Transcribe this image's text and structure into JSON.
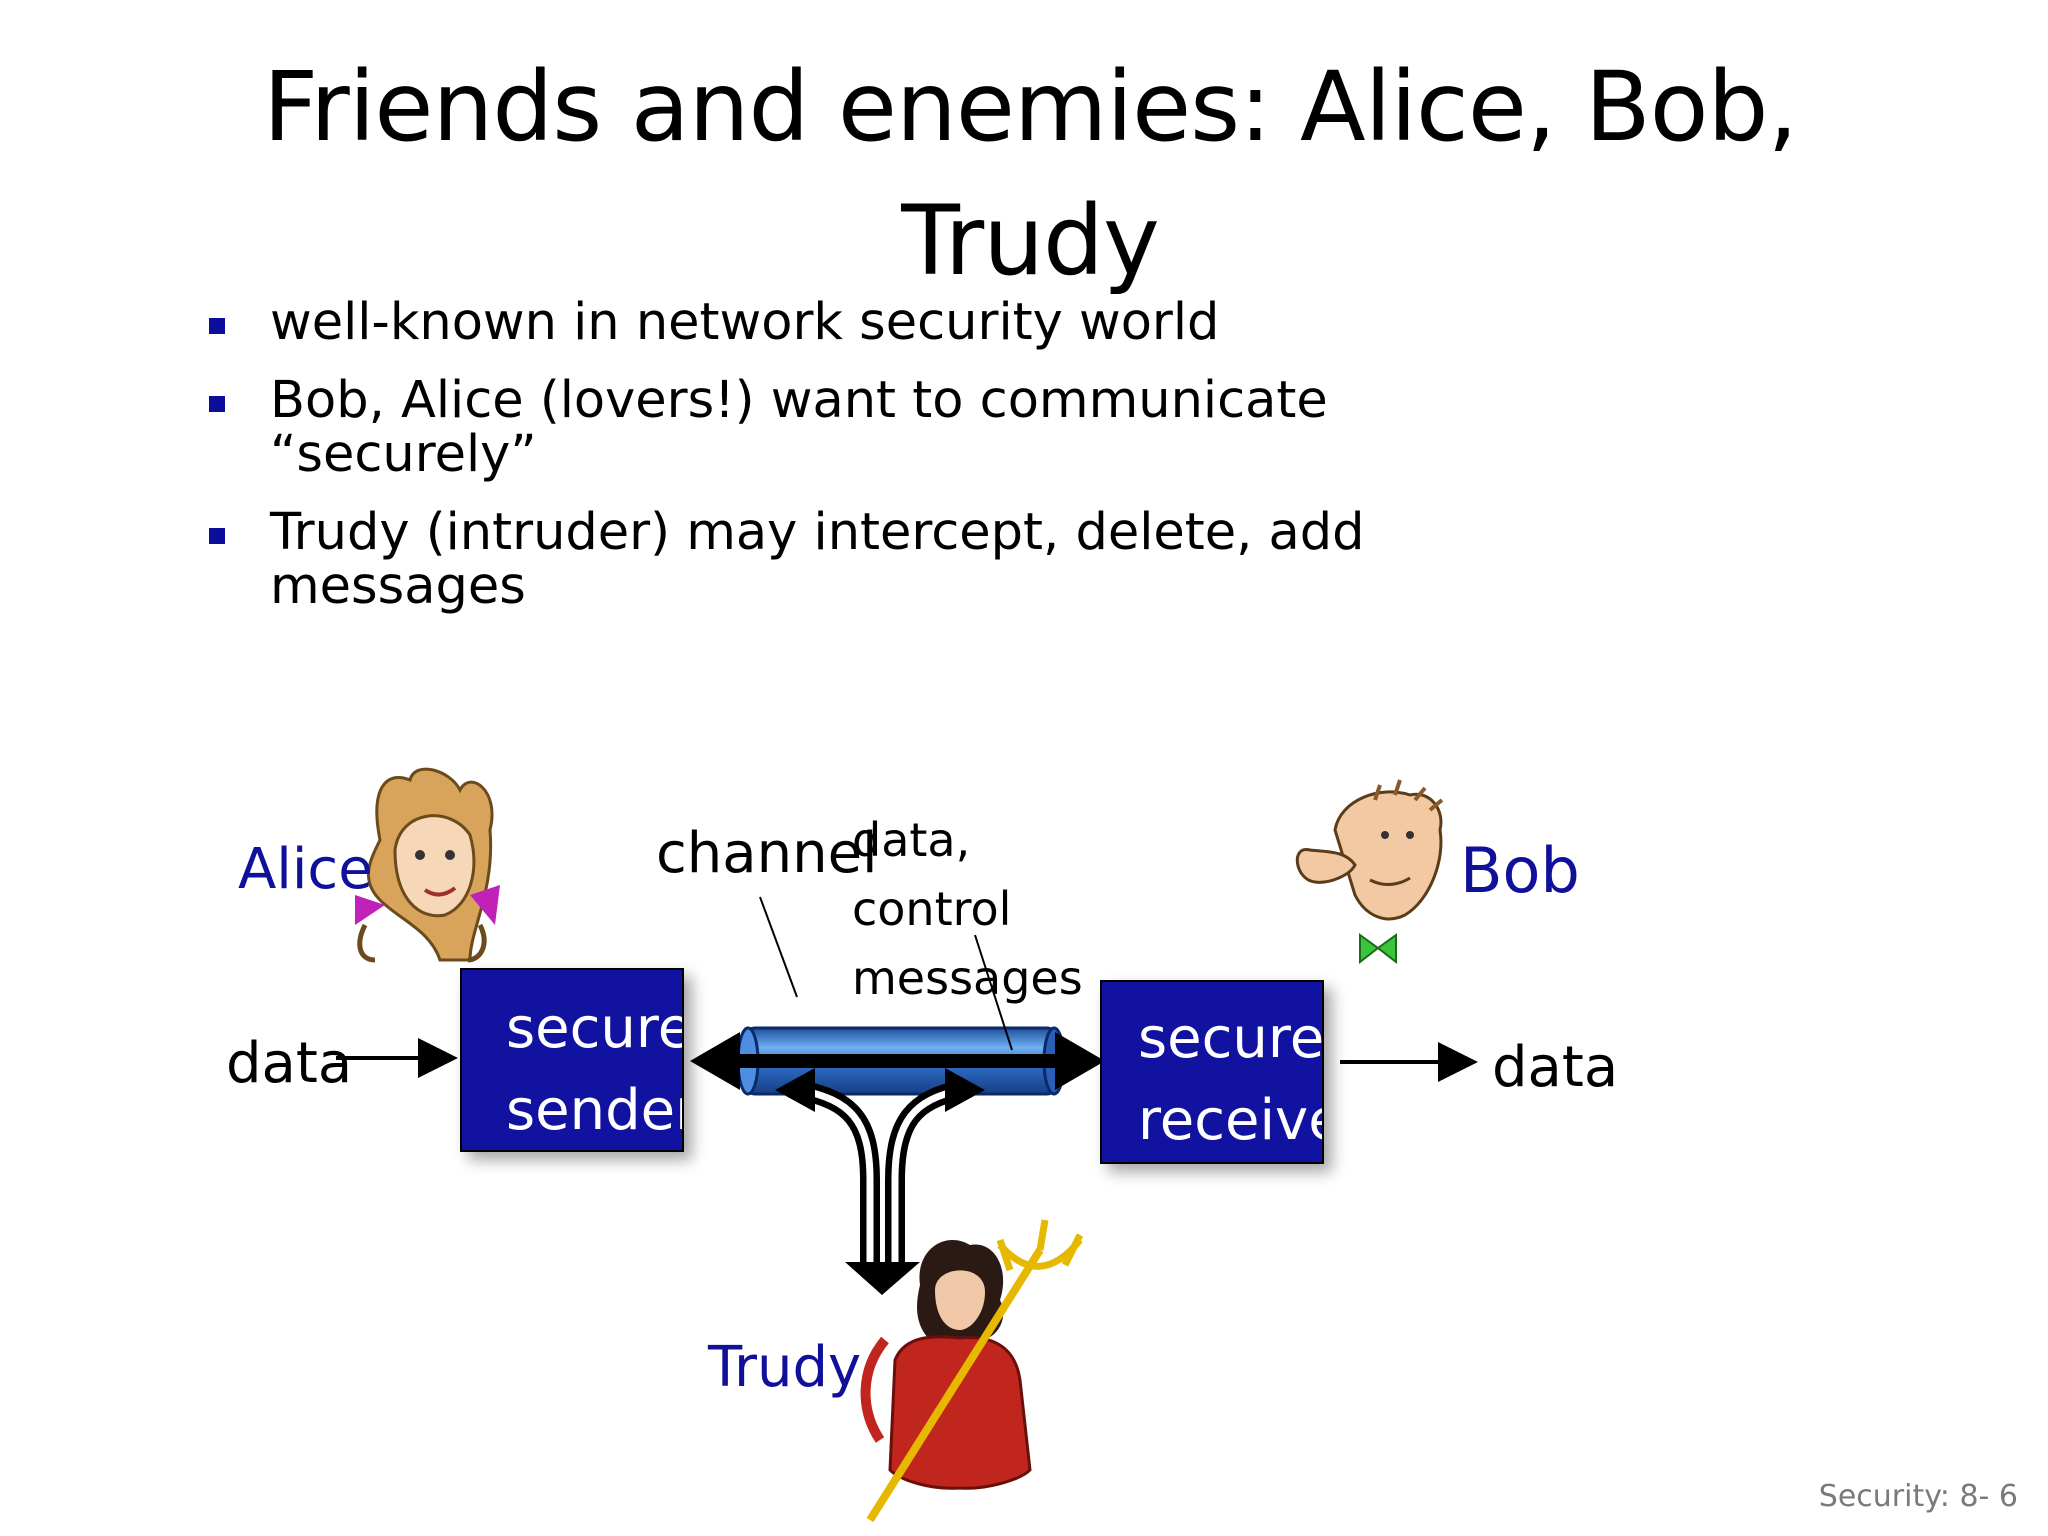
{
  "slide": {
    "title": "Friends and enemies: Alice, Bob, Trudy",
    "bullets": [
      "well-known in network security world",
      "Bob, Alice (lovers!) want to communicate “securely”",
      "Trudy (intruder) may intercept, delete, add messages"
    ],
    "footer": "Security: 8- 6"
  },
  "diagram": {
    "alice_label": "Alice",
    "bob_label": "Bob",
    "trudy_label": "Trudy",
    "channel_label": "channel",
    "channel_messages": [
      "data,",
      "control",
      "messages"
    ],
    "data_in_label": "data",
    "data_out_label": "data",
    "sender_box": [
      "secure",
      "sender"
    ],
    "receiver_box": [
      "secure",
      "receiver"
    ],
    "colors": {
      "label_blue": "#10109a",
      "box_blue": "#1212a0",
      "bullet_blue": "#0d0d9c",
      "tube_blue": "#3a7dd6"
    }
  }
}
